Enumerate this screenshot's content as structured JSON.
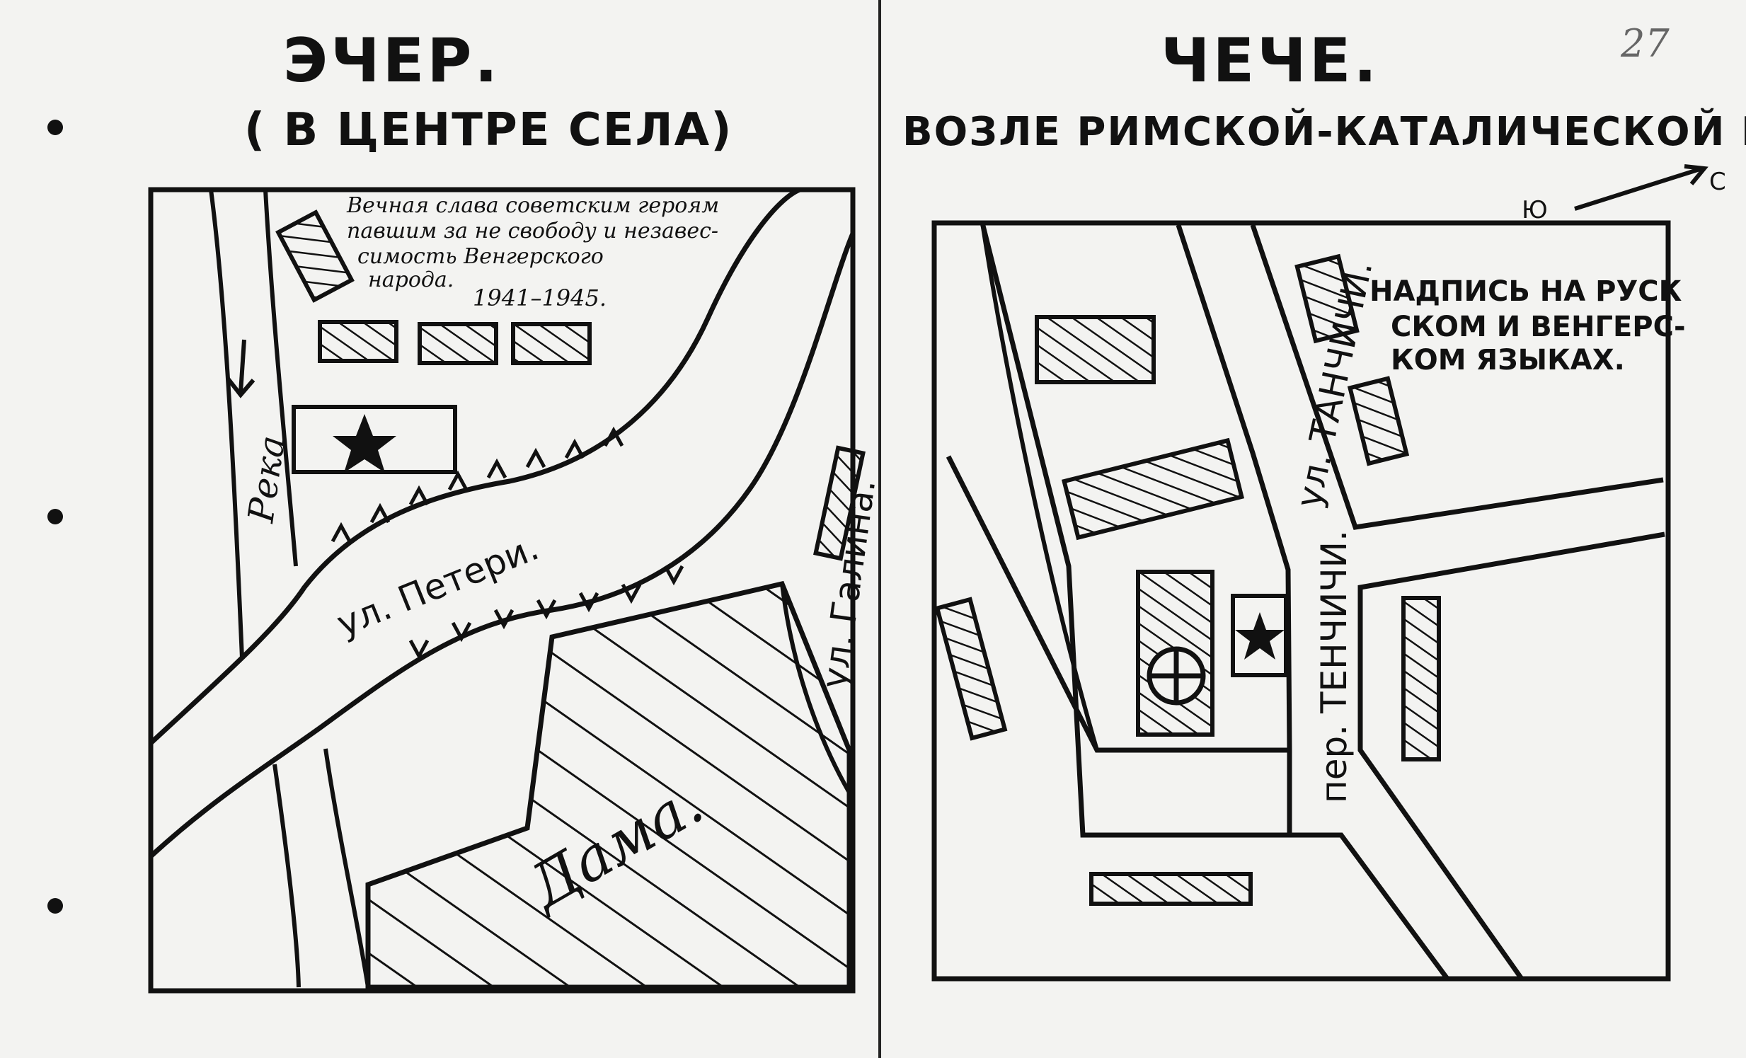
{
  "page_number": "27",
  "left_map": {
    "title": "ЭЧЕР.",
    "subtitle": "( В ЦЕНТРЕ СЕЛА)",
    "inscription": "Вечная слава советским героям павшим за не свободу и незавесимость Венгерского народа.",
    "inscription_lines": [
      "Вечная слава советским героям",
      "павшим за не свободу и незавес-",
      "симость Венгерского",
      "народа."
    ],
    "years": "1941–1945.",
    "labels": {
      "river": "Река",
      "street_peteri": "ул. Петери.",
      "street_galina": "ул. Галина.",
      "dama": "Дама."
    }
  },
  "right_map": {
    "title": "ЧЕЧЕ.",
    "subtitle": "ВОЗЛЕ РИМСКОЙ-КАТАЛИЧЕСКОЙ ЦЕРКВИ.",
    "compass": {
      "from": "Ю",
      "to": "С"
    },
    "note_lines": [
      "НАДПИСЬ НА РУСК",
      "СКОМ И ВЕНГЕРС-",
      "КОМ ЯЗЫКАХ."
    ],
    "labels": {
      "street_tanchichi": "ул. ТАНЧИЧИ.",
      "lane_tenchichi": "пер. ТЕНЧИЧИ."
    }
  },
  "colors": {
    "paper": "#f3f3f1",
    "ink": "#111111"
  }
}
